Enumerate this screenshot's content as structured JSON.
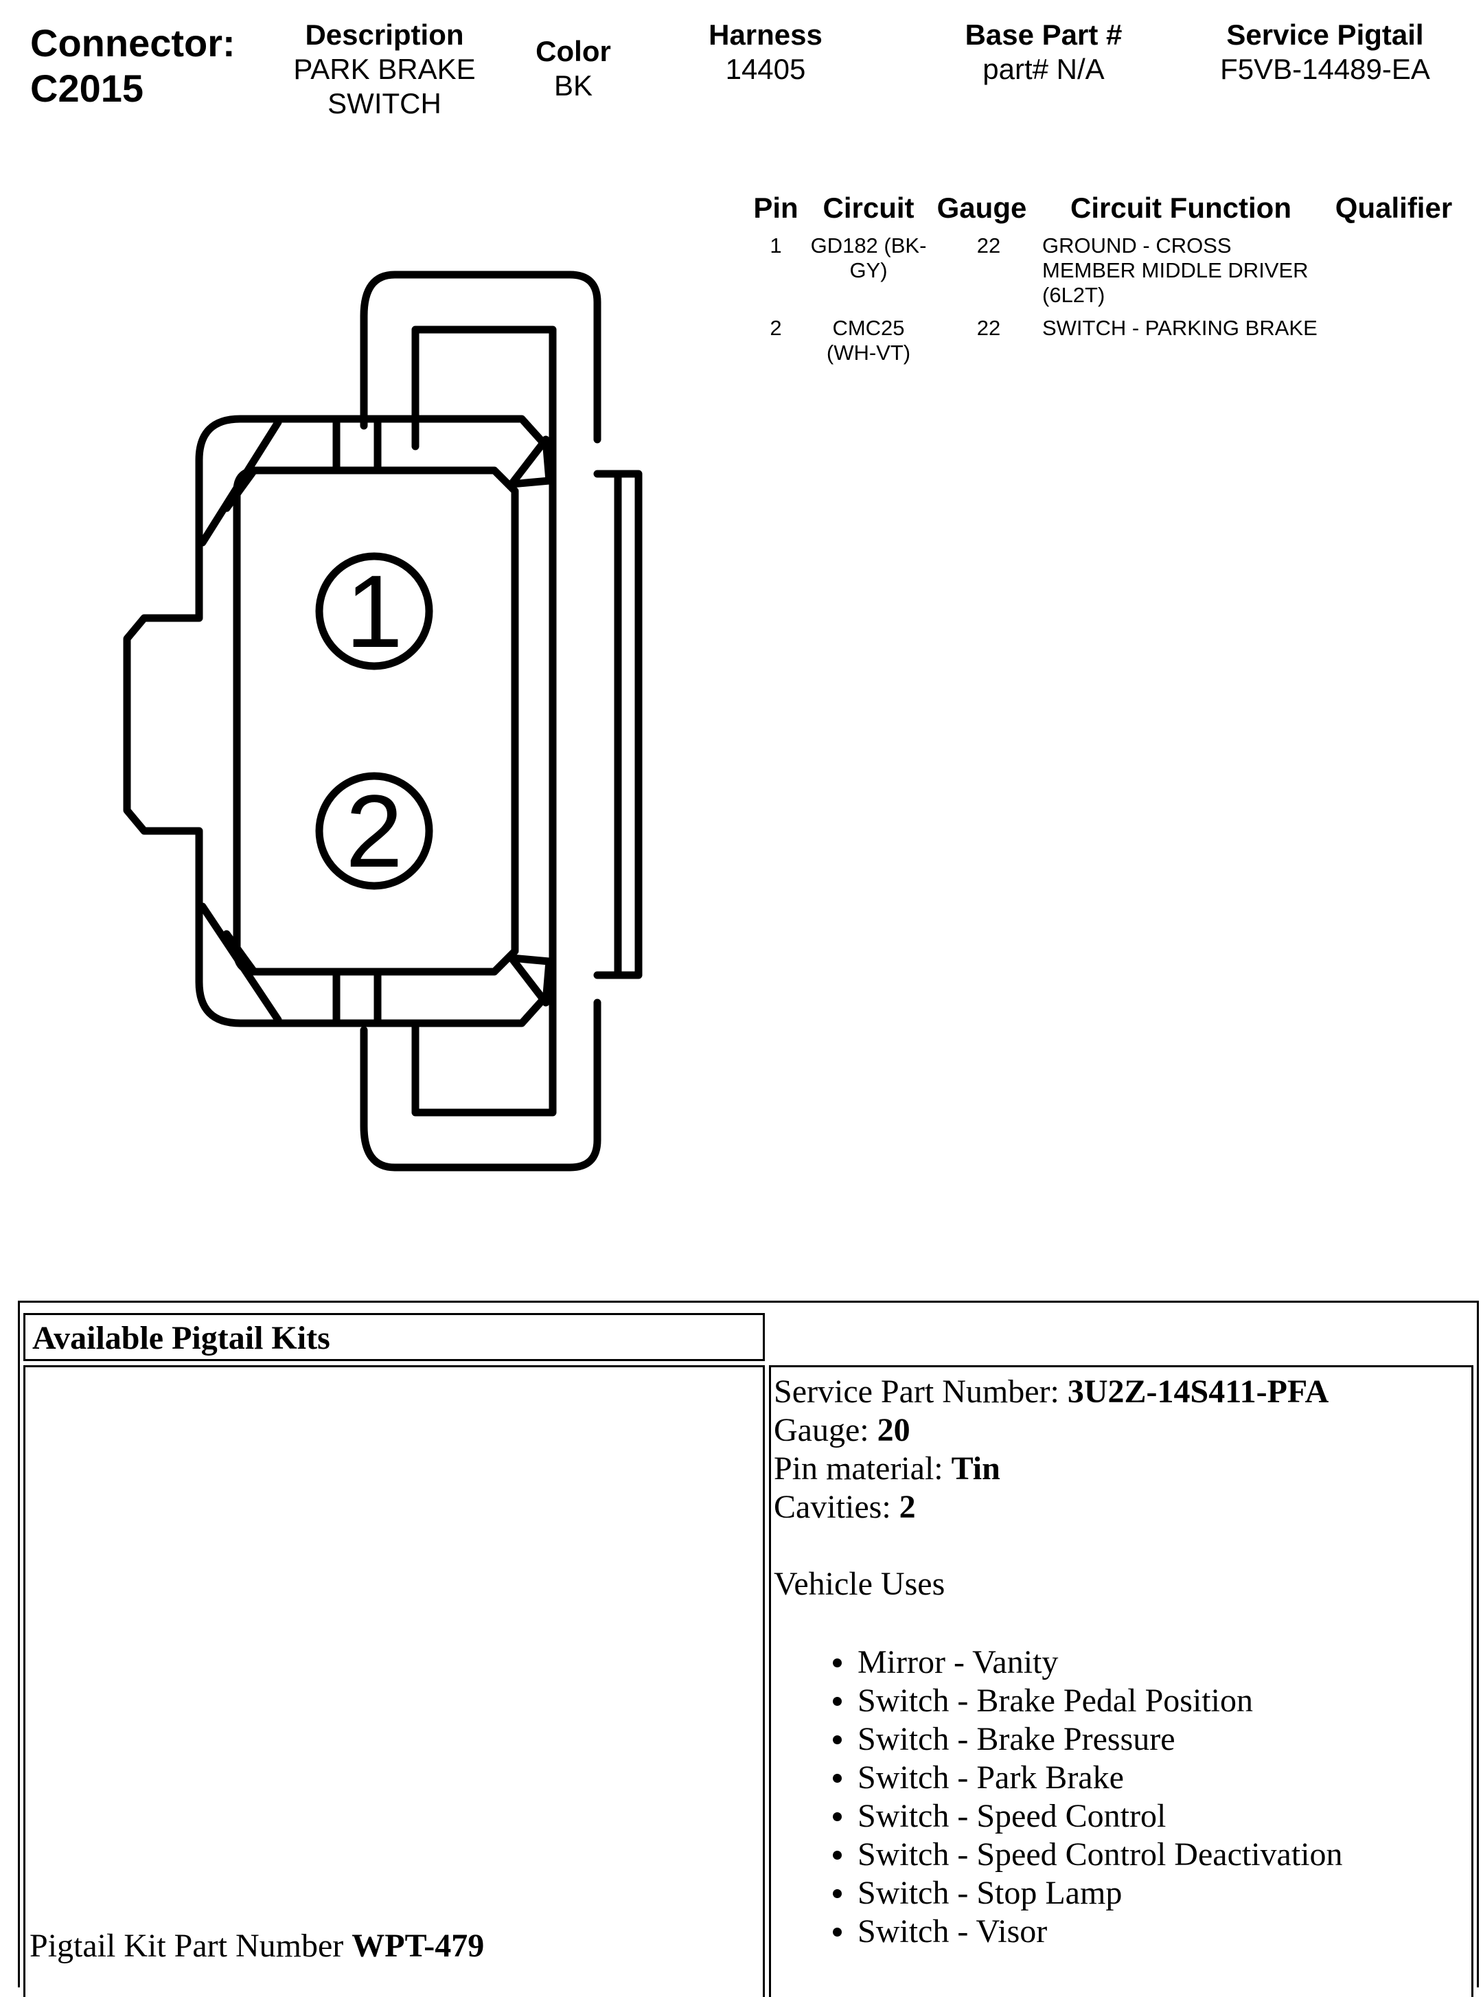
{
  "header": {
    "connector_label": "Connector:",
    "connector_id": "C2015",
    "description_label": "Description",
    "description_line1": "PARK BRAKE",
    "description_line2": "SWITCH",
    "color_label": "Color",
    "color_value": "BK",
    "harness_label": "Harness",
    "harness_value": "14405",
    "base_part_label": "Base Part #",
    "base_part_value": "part# N/A",
    "service_pigtail_label": "Service Pigtail",
    "service_pigtail_value": "F5VB-14489-EA"
  },
  "pin_table": {
    "headers": {
      "pin": "Pin",
      "circuit": "Circuit",
      "gauge": "Gauge",
      "circuit_function": "Circuit Function",
      "qualifier": "Qualifier"
    },
    "rows": [
      {
        "pin": "1",
        "circuit_line1": "GD182 (BK-",
        "circuit_line2": "GY)",
        "gauge": "22",
        "function_line1": "GROUND - CROSS",
        "function_line2": "MEMBER MIDDLE DRIVER",
        "function_line3": "(6L2T)"
      },
      {
        "pin": "2",
        "circuit_line1": "CMC25",
        "circuit_line2": "(WH-VT)",
        "gauge": "22",
        "function_line1": "SWITCH - PARKING BRAKE"
      }
    ]
  },
  "diagram": {
    "cavity_1": "1",
    "cavity_2": "2"
  },
  "pigtail_kits": {
    "section_title": "Available Pigtail Kits",
    "kit_part_label": "Pigtail Kit Part Number ",
    "kit_part_value": "WPT-479",
    "service_part_label": "Service Part Number: ",
    "service_part_value": "3U2Z-14S411-PFA",
    "gauge_label": "Gauge: ",
    "gauge_value": "20",
    "pin_material_label": "Pin material: ",
    "pin_material_value": "Tin",
    "cavities_label": "Cavities: ",
    "cavities_value": "2",
    "vehicle_uses_label": "Vehicle Uses",
    "vehicle_uses": [
      "Mirror - Vanity",
      "Switch - Brake Pedal Position",
      "Switch - Brake Pressure",
      "Switch - Park Brake",
      "Switch - Speed Control",
      "Switch - Speed Control Deactivation",
      "Switch - Stop Lamp",
      "Switch - Visor"
    ]
  }
}
